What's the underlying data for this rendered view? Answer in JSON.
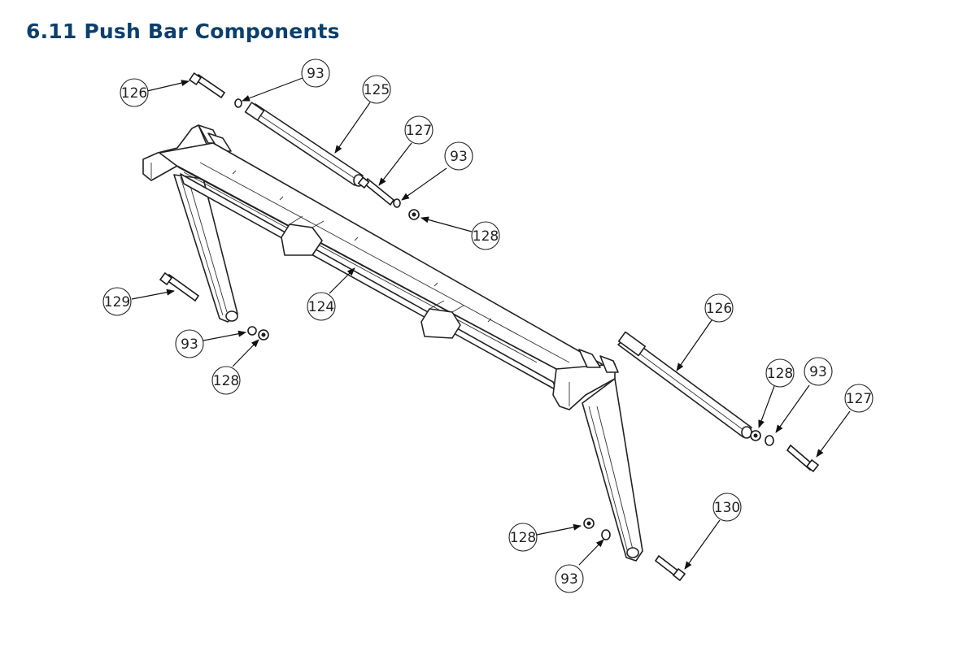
{
  "title": "6.11 Push Bar Components",
  "colors": {
    "title": "#0b3f6e",
    "line": "#222222",
    "background": "#ffffff"
  },
  "callouts": [
    {
      "label": "126"
    },
    {
      "label": "93"
    },
    {
      "label": "125"
    },
    {
      "label": "127"
    },
    {
      "label": "93"
    },
    {
      "label": "128"
    },
    {
      "label": "129"
    },
    {
      "label": "124"
    },
    {
      "label": "93"
    },
    {
      "label": "128"
    },
    {
      "label": "126"
    },
    {
      "label": "128"
    },
    {
      "label": "93"
    },
    {
      "label": "127"
    },
    {
      "label": "130"
    },
    {
      "label": "128"
    },
    {
      "label": "93"
    }
  ]
}
